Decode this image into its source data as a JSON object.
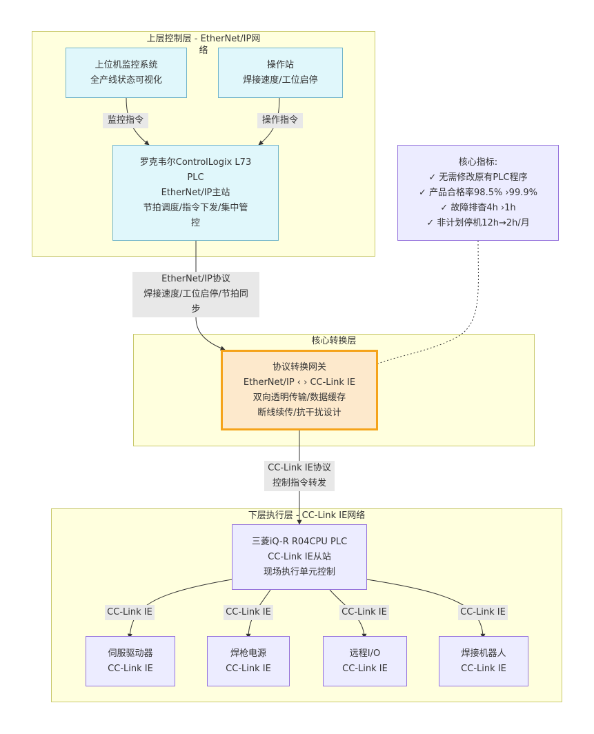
{
  "layers": {
    "upper": {
      "title": "上层控制层 - EtherNet/IP网\n络"
    },
    "core": {
      "title": "核心转换层"
    },
    "lower": {
      "title": "下层执行层 - CC-Link IE网络"
    }
  },
  "nodes": {
    "scada": {
      "lines": [
        "上位机监控系统",
        "全产线状态可视化"
      ]
    },
    "operator": {
      "lines": [
        "操作站",
        "焊接速度/工位启停"
      ]
    },
    "plc_master": {
      "lines": [
        "罗克韦尔ControlLogix L73",
        "PLC",
        "EtherNet/IP主站",
        "节拍调度/指令下发/集中管",
        "控"
      ]
    },
    "gateway": {
      "lines": [
        "协议转换网关",
        "EtherNet/IP ‹ › CC-Link IE",
        "双向透明传输/数据缓存",
        "断线续传/抗干扰设计"
      ]
    },
    "plc_slave": {
      "lines": [
        "三菱iQ-R R04CPU PLC",
        "CC-Link IE从站",
        "现场执行单元控制"
      ]
    },
    "servo": {
      "lines": [
        "伺服驱动器",
        "CC-Link IE"
      ]
    },
    "welder_power": {
      "lines": [
        "焊枪电源",
        "CC-Link IE"
      ]
    },
    "remote_io": {
      "lines": [
        "远程I/O",
        "CC-Link IE"
      ]
    },
    "robot": {
      "lines": [
        "焊接机器人",
        "CC-Link IE"
      ]
    },
    "metrics": {
      "lines": [
        "核心指标:",
        "✓ 无需修改原有PLC程序",
        "✓ 产品合格率98.5%  ›99.9%",
        "✓ 故障排杳4h  ›1h",
        "✓ 非计划停机12h→2h/月"
      ]
    }
  },
  "edge_labels": {
    "monitor_cmd": {
      "lines": [
        "监控指令"
      ]
    },
    "operate_cmd": {
      "lines": [
        "操作指令"
      ]
    },
    "ethernet_ip": {
      "lines": [
        "EtherNet/IP协议",
        "焊接速度/工位启停/节拍同",
        "步"
      ]
    },
    "cclink_protocol": {
      "lines": [
        "CC-Link IE协议",
        "控制指令转发"
      ]
    },
    "cc1": {
      "lines": [
        "CC-Link IE"
      ]
    },
    "cc2": {
      "lines": [
        "CC-Link IE"
      ]
    },
    "cc3": {
      "lines": [
        "CC-Link IE"
      ]
    },
    "cc4": {
      "lines": [
        "CC-Link IE"
      ]
    }
  },
  "colors": {
    "layer_fill": "#ffffde",
    "blue_node_fill": "#e0f7fb",
    "lavender_node_fill": "#ececff",
    "gateway_fill": "#fde9cc",
    "gateway_border": "#f5a31a"
  }
}
